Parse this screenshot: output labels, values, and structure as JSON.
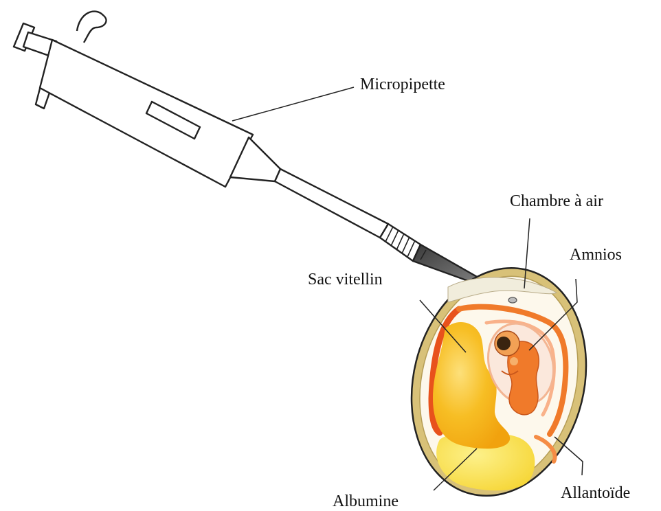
{
  "labels": {
    "micropipette": "Micropipette",
    "air_chamber": "Chambre à air",
    "amnion": "Amnios",
    "yolk_sac": "Sac vitellin",
    "allantois": "Allantoïde",
    "albumen": "Albumine"
  },
  "colors": {
    "outline": "#222222",
    "shell": "#c9b06a",
    "egg_inner": "#fdf8ec",
    "yolk": "#f6b417",
    "albumen": "#f8df47",
    "vessel": "#e8521c",
    "embryo": "#f07a2a",
    "tip": "#707070"
  }
}
